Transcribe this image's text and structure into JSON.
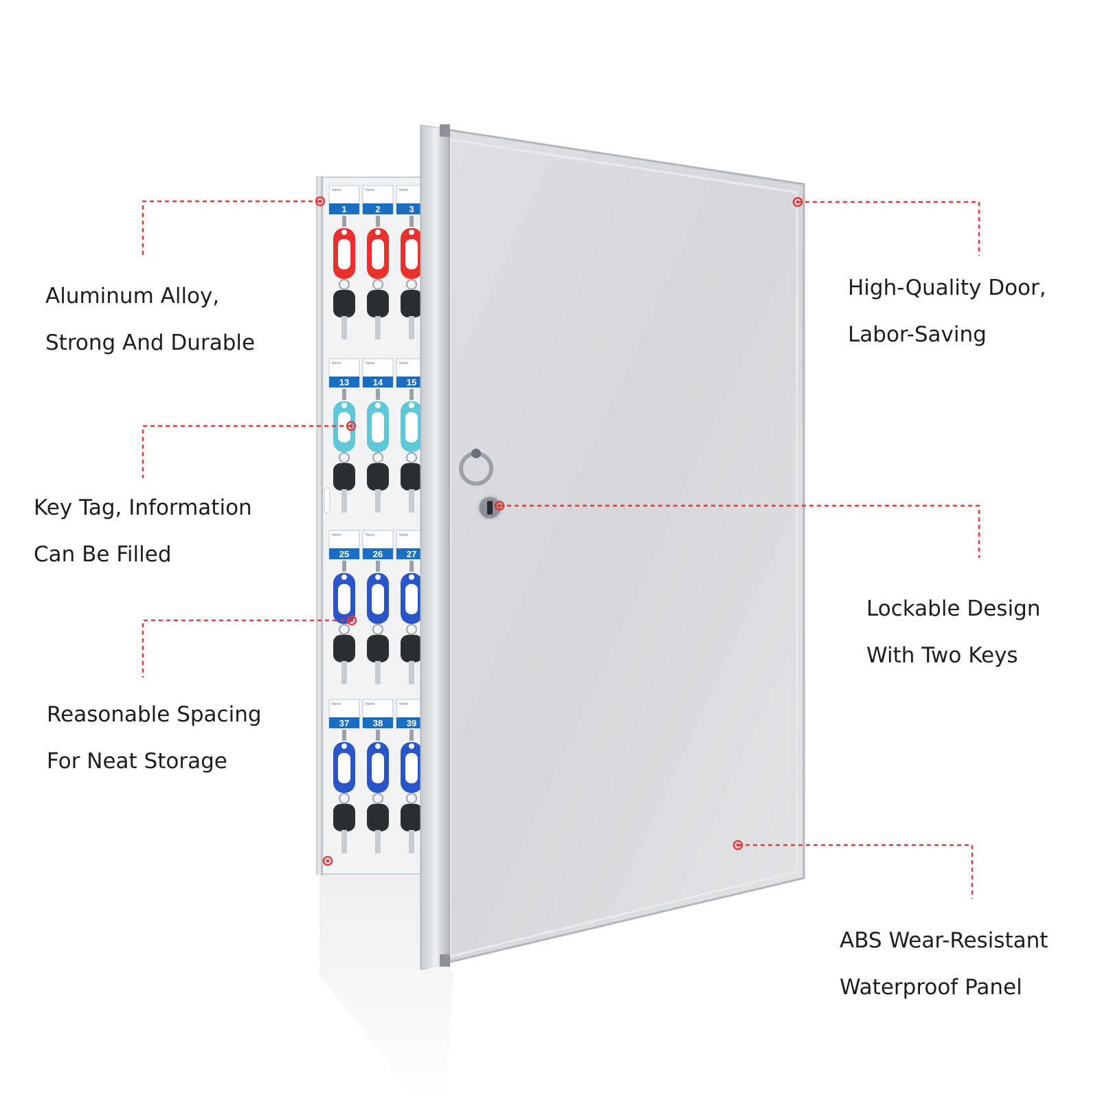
{
  "callouts": {
    "aluminum": {
      "line1": "Aluminum Alloy,",
      "line2": "Strong And Durable"
    },
    "key_tag": {
      "line1": "Key Tag, Information",
      "line2": "Can Be Filled"
    },
    "spacing": {
      "line1": "Reasonable Spacing",
      "line2": "For Neat Storage"
    },
    "door": {
      "line1": "High-Quality Door,",
      "line2": "Labor-Saving"
    },
    "lock": {
      "line1": "Lockable Design",
      "line2": "With Two Keys"
    },
    "panel": {
      "line1": "ABS Wear-Resistant",
      "line2": "Waterproof Panel"
    }
  },
  "cabinet": {
    "rows": [
      {
        "numbers": [
          "1",
          "2",
          "3"
        ],
        "tag_color": "#e8302c"
      },
      {
        "numbers": [
          "13",
          "14",
          "15"
        ],
        "tag_color": "#5fc8d8"
      },
      {
        "numbers": [
          "25",
          "26",
          "27"
        ],
        "tag_color": "#2a55c8"
      },
      {
        "numbers": [
          "37",
          "38",
          "39"
        ],
        "tag_color": "#2a55c8"
      }
    ],
    "label_word": "Name",
    "label_color": "#1a6fc4"
  },
  "colors": {
    "leader_line": "#e23a3a",
    "door_face": "#d9dbde",
    "door_frame": "#b7babf"
  }
}
